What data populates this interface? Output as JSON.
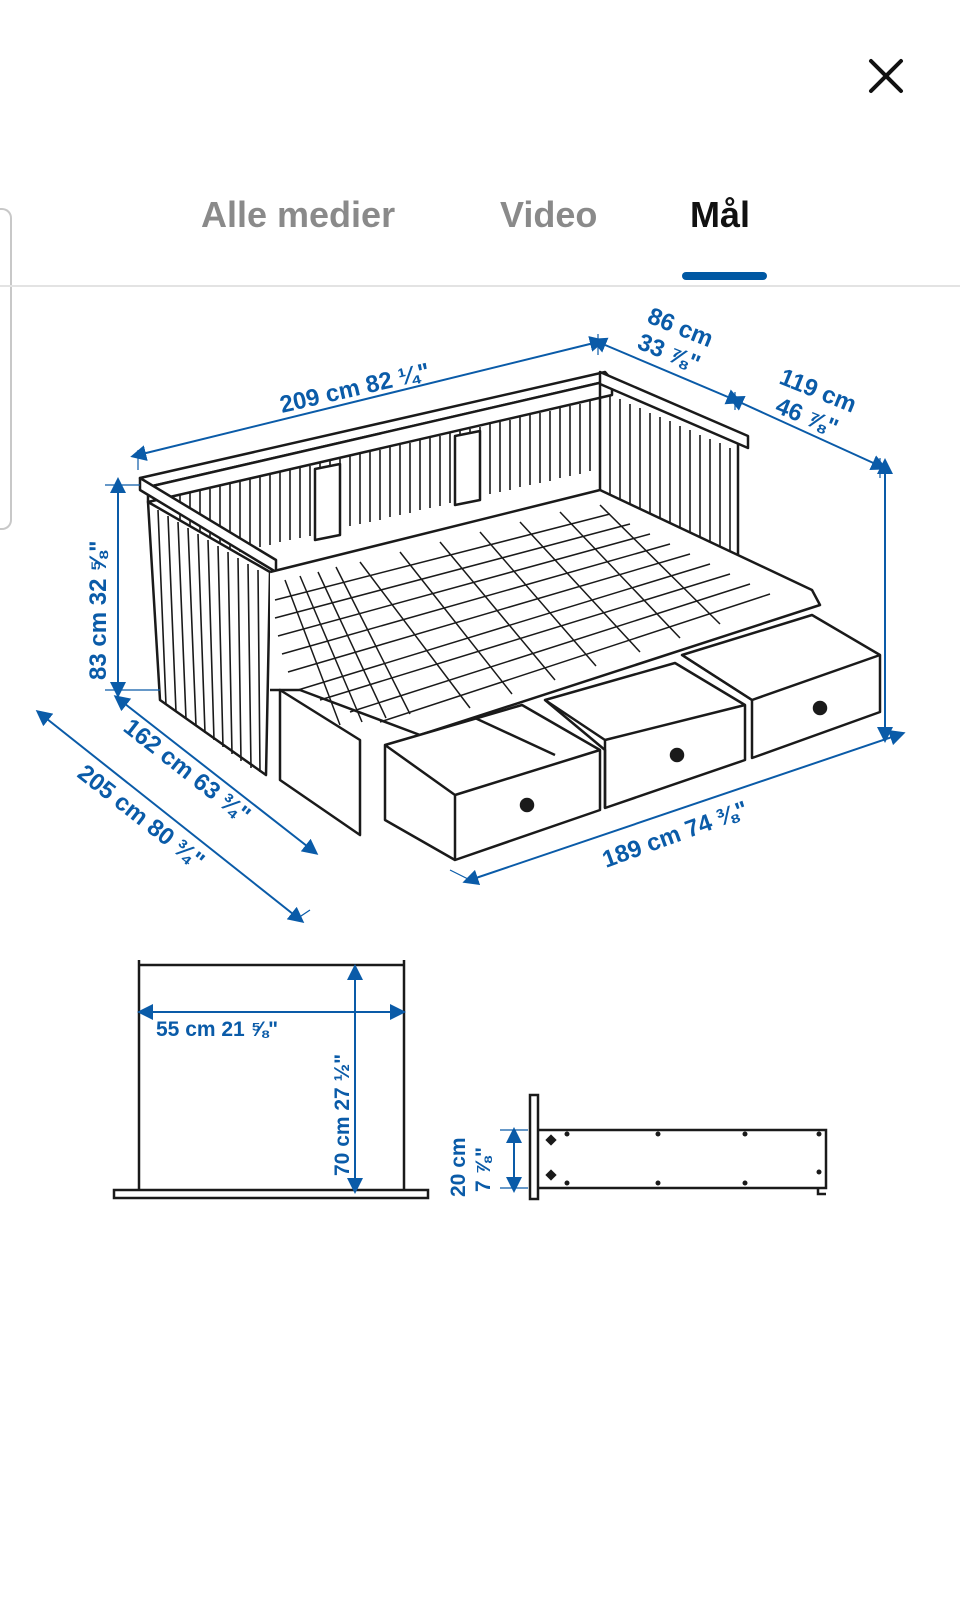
{
  "header": {
    "close_icon": "close-icon"
  },
  "tabs": [
    {
      "label": "Alle medier",
      "active": false
    },
    {
      "label": "Video",
      "active": false
    },
    {
      "label": "Mål",
      "active": true
    }
  ],
  "colors": {
    "accent": "#0058a3",
    "dimension_text": "#0a5ba8",
    "line": "#1a1a1a"
  },
  "dimensions": {
    "length_top": "209 cm 82 ¼\"",
    "depth_backrest": "86 cm",
    "depth_backrest_in": "33 ⅞\"",
    "height_side_right": "119 cm",
    "height_side_right_in": "46 ⅞\"",
    "height_left": "83 cm 32 ⅝\"",
    "depth_bed": "162 cm 63 ¾\"",
    "length_total": "205 cm 80 ¾\"",
    "length_front": "189 cm 74 ⅜\"",
    "drawer_width": "55 cm 21 ⅝\"",
    "drawer_depth": "70 cm 27 ½\"",
    "drawer_height": "20 cm",
    "drawer_height_in": "7 ⅞\""
  }
}
